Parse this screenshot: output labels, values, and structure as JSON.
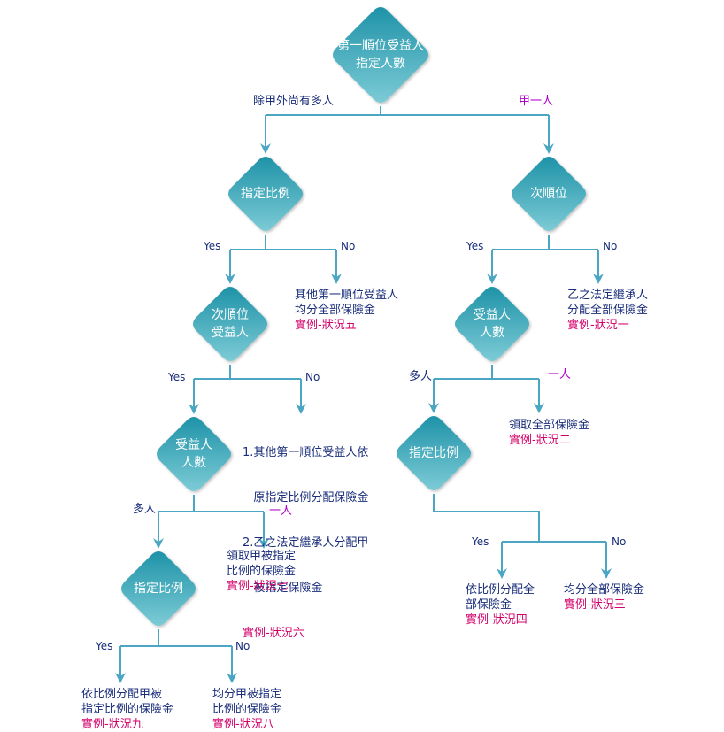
{
  "colors": {
    "node": "#2f9db0",
    "line": "#4aa6c2",
    "label": "#1a2e7a",
    "alt_label": "#b000c8",
    "case": "#d4006a"
  },
  "nodes": {
    "root": [
      "第一順位受益人",
      "指定人數"
    ],
    "ratio_left": [
      "指定比例"
    ],
    "next_right": [
      "次順位"
    ],
    "next_beneficiary": [
      "次順位",
      "受益人"
    ],
    "count_right": [
      "受益人",
      "人數"
    ],
    "count_left": [
      "受益人",
      "人數"
    ],
    "ratio_right": [
      "指定比例"
    ],
    "ratio_bottom": [
      "指定比例"
    ]
  },
  "edges": {
    "root_many": "除甲外尚有多人",
    "root_one": "甲一人",
    "yes": "Yes",
    "no": "No",
    "many": "多人",
    "one": "一人"
  },
  "outcomes": {
    "case5": [
      "其他第一順位受益人",
      "均分全部保險金",
      "實例-狀況五"
    ],
    "case1": [
      "乙之法定繼承人",
      "分配全部保險金",
      "實例-狀況一"
    ],
    "case6": [
      "1.其他第一順位受益人依",
      "   原指定比例分配保險金",
      "2.乙之法定繼承人分配甲",
      "   被指定保險金",
      "實例-狀況六"
    ],
    "case2": [
      "領取全部保險金",
      "實例-狀況二"
    ],
    "case7": [
      "領取甲被指定",
      "比例的保險金",
      "實例-狀況七"
    ],
    "case4": [
      "依比例分配全",
      "部保險金",
      "實例-狀況四"
    ],
    "case3": [
      "均分全部保險金",
      "實例-狀況三"
    ],
    "case9": [
      "依比例分配甲被",
      "指定比例的保險金",
      "實例-狀況九"
    ],
    "case8": [
      "均分甲被指定",
      "比例的保險金",
      "實例-狀況八"
    ]
  }
}
